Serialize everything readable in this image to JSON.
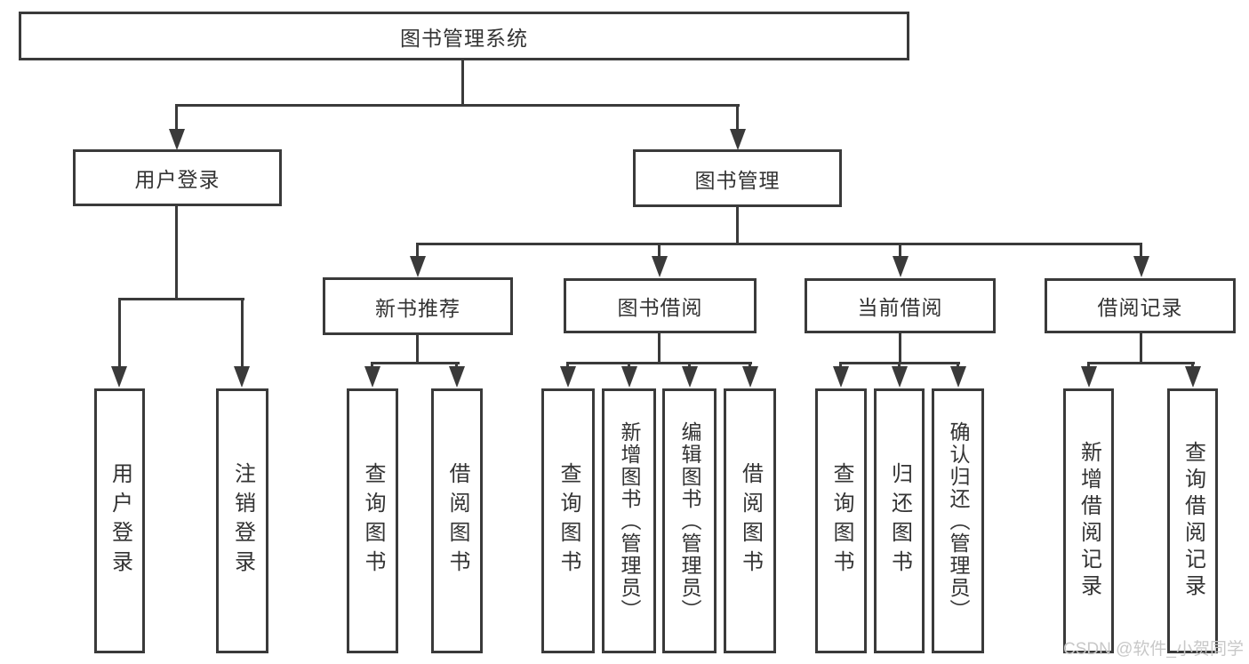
{
  "diagram": {
    "root": {
      "label": "图书管理系统"
    },
    "branches": [
      {
        "label": "用户登录",
        "children": [
          {
            "label": "用户登录"
          },
          {
            "label": "注销登录"
          }
        ]
      },
      {
        "label": "图书管理",
        "children": [
          {
            "label": "新书推荐",
            "children": [
              {
                "label": "查询图书"
              },
              {
                "label": "借阅图书"
              }
            ]
          },
          {
            "label": "图书借阅",
            "children": [
              {
                "label": "查询图书"
              },
              {
                "label": "新增图书（管理员）"
              },
              {
                "label": "编辑图书（管理员）"
              },
              {
                "label": "借阅图书"
              }
            ]
          },
          {
            "label": "当前借阅",
            "children": [
              {
                "label": "查询图书"
              },
              {
                "label": "归还图书"
              },
              {
                "label": "确认归还（管理员）"
              }
            ]
          },
          {
            "label": "借阅记录",
            "children": [
              {
                "label": "新增借阅记录"
              },
              {
                "label": "查询借阅记录"
              }
            ]
          }
        ]
      }
    ]
  },
  "watermark": {
    "text": "CSDN @软件_小贺同学"
  },
  "colors": {
    "line": "#3a3a3a",
    "text": "#333333",
    "watermark": "#c8c8c8",
    "background": "#ffffff"
  }
}
